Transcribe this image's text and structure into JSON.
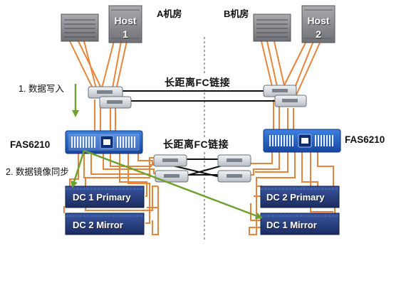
{
  "rooms": {
    "a": "A机房",
    "b": "B机房"
  },
  "hosts": {
    "left": [
      "Host",
      "1"
    ],
    "right": [
      "Host",
      "2"
    ]
  },
  "links": {
    "top": "长距离FC链接",
    "bottom": "长距离FC链接"
  },
  "steps": {
    "write": "1. 数据写入",
    "mirror": "2. 数据镜像同步"
  },
  "controllers": {
    "left": "FAS6210",
    "right": "FAS6210"
  },
  "shelves": {
    "left_top": "DC 1 Primary",
    "left_bottom": "DC 2 Mirror",
    "right_top": "DC 2 Primary",
    "right_bottom": "DC 1 Mirror"
  },
  "colors": {
    "fiber": "#e8853a",
    "fc_link": "#111111",
    "flow_arrow": "#6ea12f",
    "server": "#8a8c90",
    "controller": "#1f5fc0",
    "shelf": "#233a78",
    "switch": "#dfe3e8"
  }
}
